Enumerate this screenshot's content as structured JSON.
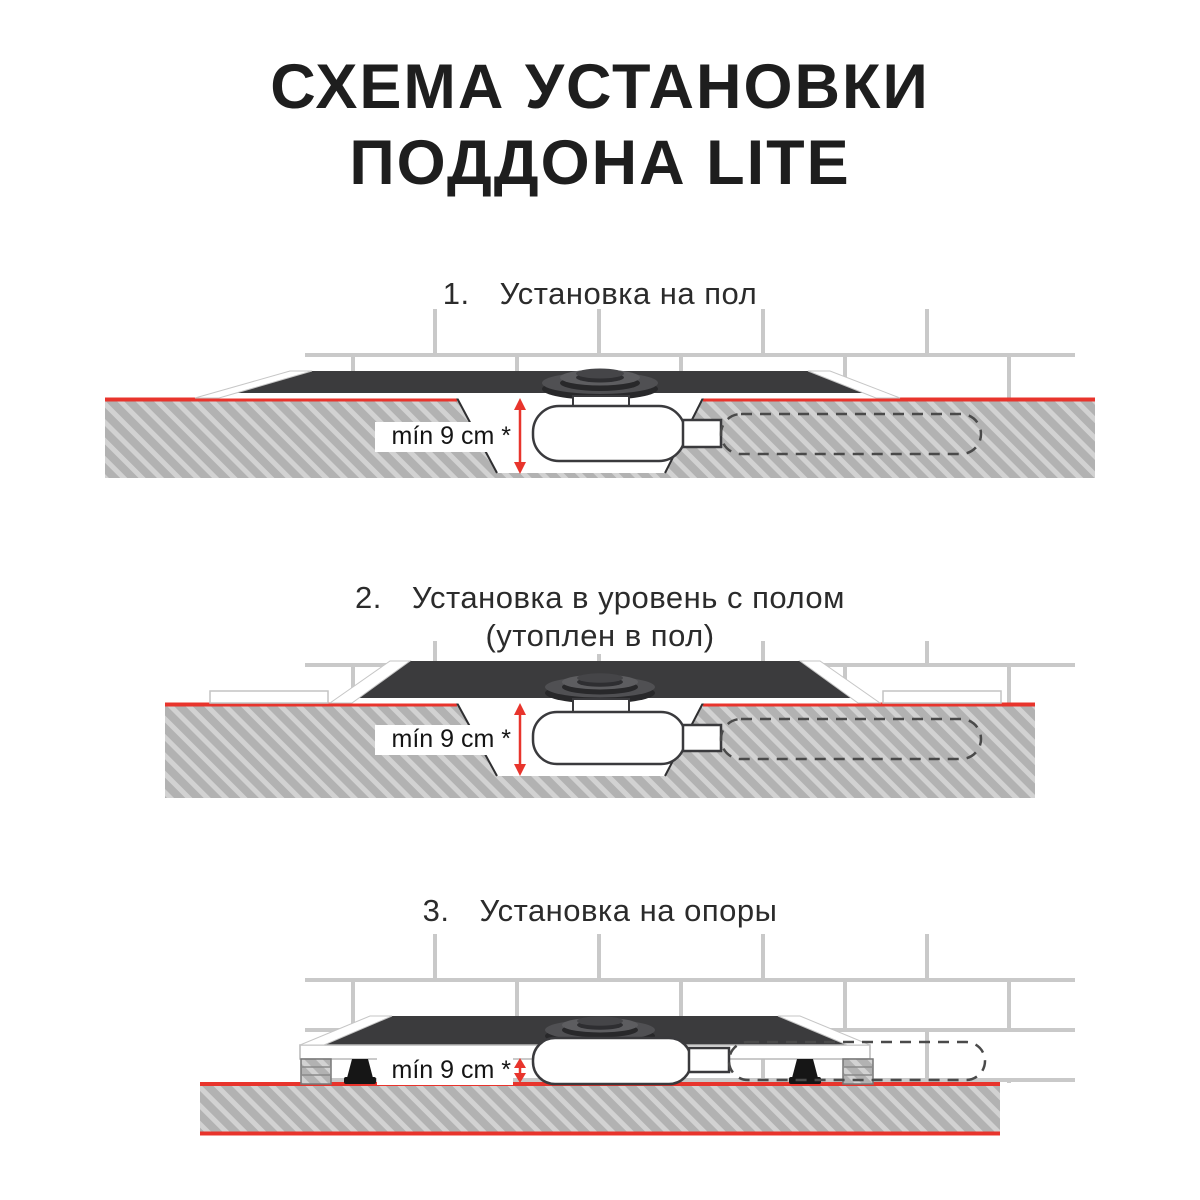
{
  "title": {
    "line1": "СХЕМА УСТАНОВКИ",
    "line2": "ПОДДОНА LITE"
  },
  "sections": [
    {
      "number": "1.",
      "title": "Установка на пол",
      "subtitle": "",
      "dimension_label": "mín 9 cm *"
    },
    {
      "number": "2.",
      "title": "Установка в уровень с полом",
      "subtitle": "(утоплен в пол)",
      "dimension_label": "mín 9 cm *"
    },
    {
      "number": "3.",
      "title": "Установка на опоры",
      "subtitle": "",
      "dimension_label": "mín 9 cm *"
    }
  ],
  "colors": {
    "accent_red": "#e8342c",
    "tray_dark": "#3b3b3d",
    "floor_gray": "#b2b2b2",
    "tile_grout": "#c9c9c9",
    "text_dark": "#1e1e1e"
  }
}
